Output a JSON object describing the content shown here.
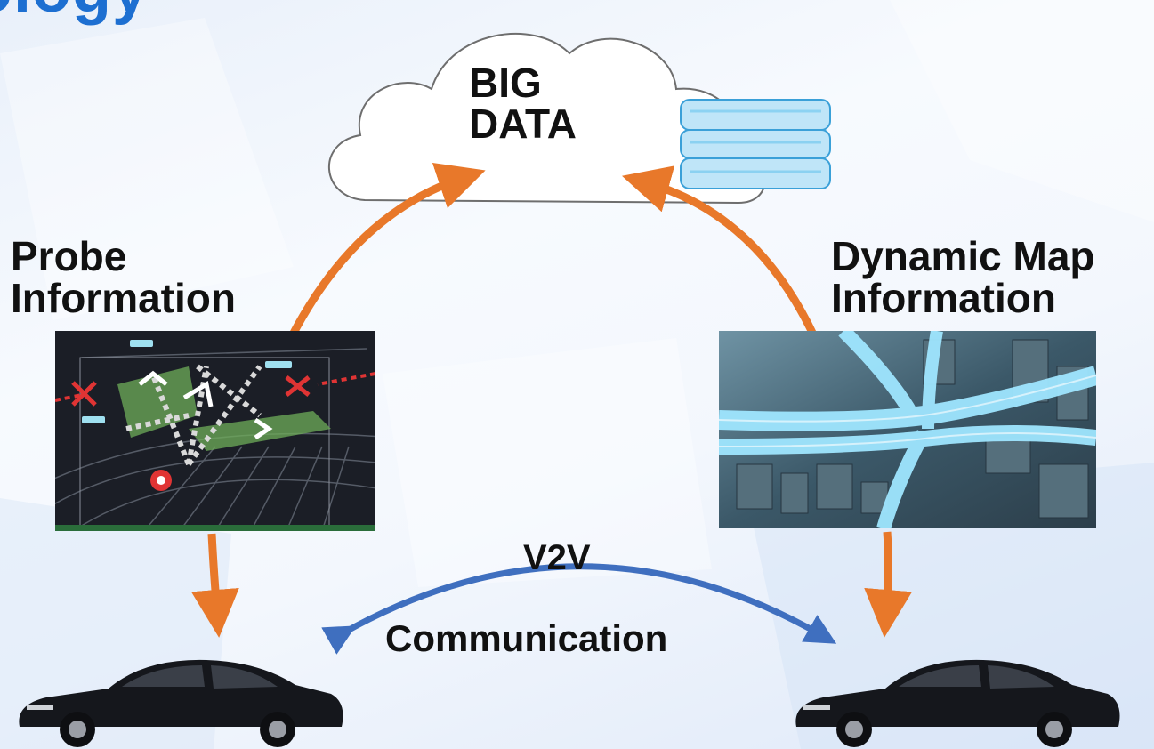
{
  "header": {
    "title_fragment": "ology"
  },
  "cloud": {
    "line1": "BIG",
    "line2": "DATA"
  },
  "probe": {
    "line1": "Probe",
    "line2": "Information"
  },
  "dynamic_map": {
    "line1": "Dynamic Map",
    "line2": "Information"
  },
  "v2v": {
    "label": "V2V",
    "sublabel": "Communication"
  },
  "colors": {
    "arrow_orange": "#e8782a",
    "arrow_blue": "#3f6fbf",
    "header_blue": "#1d6fd1",
    "database_blue": "#9fd6f2"
  },
  "icons": [
    "cloud-icon",
    "database-icon",
    "car-icon",
    "red-x-icon",
    "traffic-light-icon"
  ]
}
